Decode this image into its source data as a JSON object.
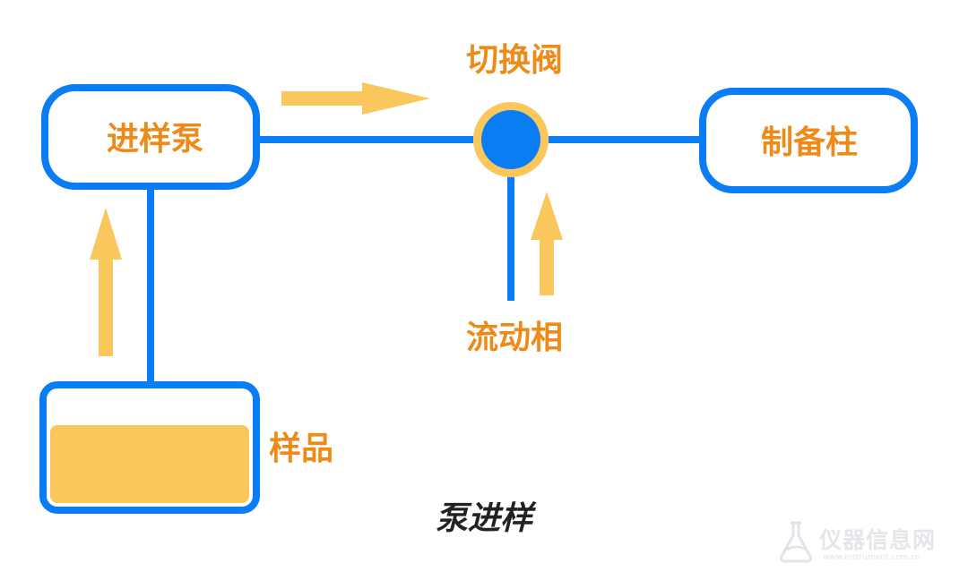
{
  "diagram": {
    "nodes": {
      "pump": "进样泵",
      "valve": "切换阀",
      "column": "制备柱",
      "mobile_phase": "流动相",
      "sample": "样品"
    },
    "caption": "泵进样",
    "sample_fill_level": 0.7
  },
  "watermark": {
    "name": "仪器信息网",
    "url": "www.instrument.com.cn"
  },
  "colors": {
    "line_blue": "#0a7cf4",
    "arrow_yellow": "#f9c75b",
    "label_orange": "#ee8a17",
    "caption_dark": "#222222"
  },
  "icons": {
    "flow_arrow": "arrow-icon",
    "valve": "valve-icon",
    "watermark_logo": "flask-icon"
  }
}
